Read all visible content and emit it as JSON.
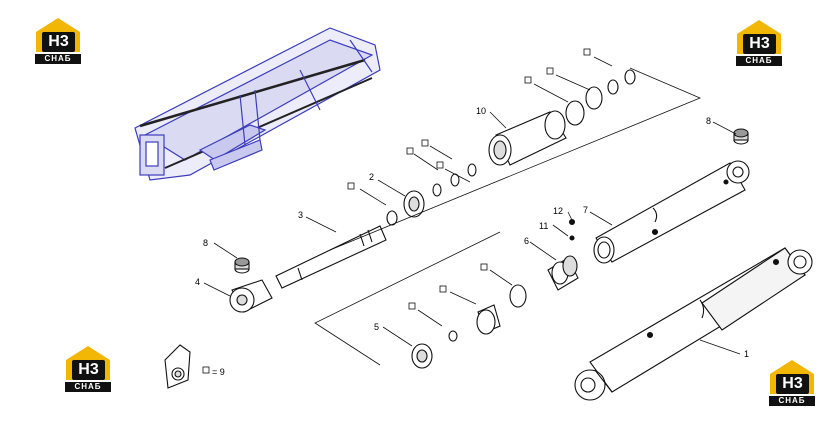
{
  "logo": {
    "mark": "H3",
    "brand": "CHAБ"
  },
  "callouts": [
    "1",
    "2",
    "3",
    "4",
    "5",
    "6",
    "7",
    "8",
    "8",
    "10",
    "11",
    "12"
  ],
  "legend": {
    "text": "= 9"
  },
  "colors": {
    "line": "#111111",
    "boom": "#3d3dbb",
    "logo_roof": "#f2b705"
  }
}
